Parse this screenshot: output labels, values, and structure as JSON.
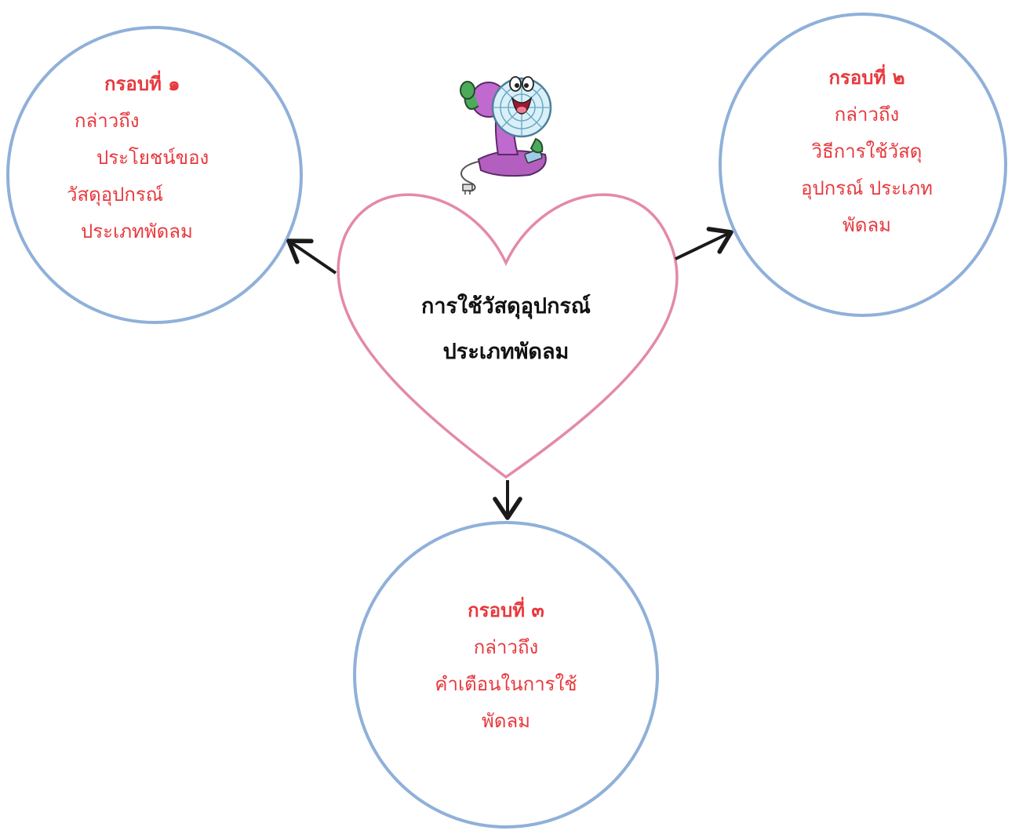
{
  "colors": {
    "circle_stroke": "#8fb0d9",
    "heart_stroke": "#e38aa8",
    "node_text": "#e8383d",
    "center_text": "#111111",
    "arrow": "#1a1a1a"
  },
  "center": {
    "icon": "fan-cartoon-icon",
    "lines": [
      "การใช้วัสดุอุปกรณ์",
      "ประเภทพัดลม"
    ]
  },
  "frames": [
    {
      "title": "กรอบที่ ๑",
      "lines": [
        "กล่าวถึง",
        "ประโยชน์ของ",
        "วัสดุอุปกรณ์",
        "ประเภทพัดลม"
      ]
    },
    {
      "title": "กรอบที่ ๒",
      "lines": [
        "กล่าวถึง",
        "วิธีการใช้วัสดุ",
        "อุปกรณ์  ประเภท",
        "พัดลม"
      ]
    },
    {
      "title": "กรอบที่ ๓",
      "lines": [
        "กล่าวถึง",
        "คำเตือนในการใช้",
        "พัดลม"
      ]
    }
  ]
}
